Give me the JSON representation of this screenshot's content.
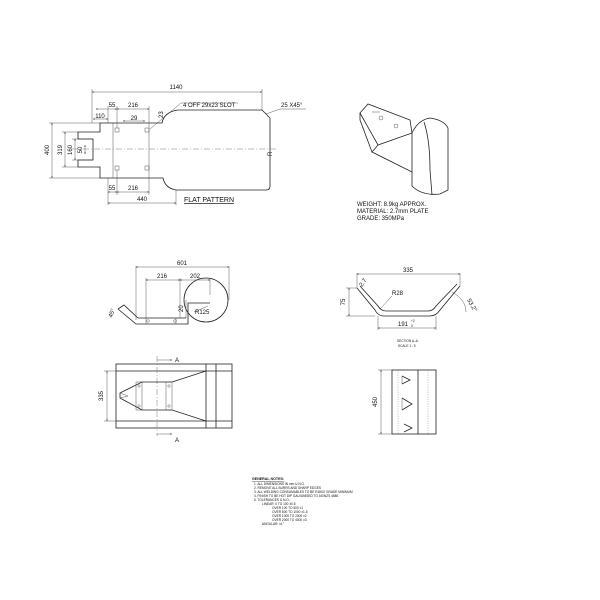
{
  "flat_pattern": {
    "dim_1140": "1140",
    "dim_55_top": "55",
    "dim_216_top": "216",
    "dim_110": "110",
    "dim_29": "29",
    "dim_23": "23",
    "slot_callout": "4 OFF 29x23 SLOT",
    "chamfer_callout": "25 X45°",
    "dim_400": "400",
    "dim_319": "319",
    "dim_160": "160",
    "dim_50": "50",
    "dim_55_bottom": "55",
    "dim_216_bottom": "216",
    "dim_440": "440",
    "bend_mark": "R",
    "title": "FLAT PATTERN"
  },
  "iso_notes": {
    "weight": "WEIGHT: 8.9kg APPROX.",
    "material": "MATERIAL: 2.7mm PLATE",
    "grade": "GRADE: 350MPa"
  },
  "side_view": {
    "dim_601": "601",
    "dim_216": "216",
    "dim_202": "202",
    "dim_20": "20",
    "dim_r125": "R125",
    "dim_angle": "45°"
  },
  "section_view": {
    "dim_335": "335",
    "dim_27": "2.7",
    "dim_75": "75",
    "dim_r28": "R28",
    "dim_angle": "53.2°",
    "dim_191": "191",
    "tol_plus": "+2",
    "tol_minus": "0",
    "title": "SECTION  A–A",
    "scale": "SCALE 1 : 5"
  },
  "plan_view": {
    "dim_335": "335",
    "section_label_top": "A",
    "section_label_bottom": "A"
  },
  "end_view": {
    "dim_450": "450"
  },
  "general_notes": {
    "heading": "GENERAL NOTES:",
    "lines": [
      "1. ALL DIMENSIONS IN mm U.N.O.",
      "2. REMOVE ALL BURRS AND SHARP EDGES",
      "3. ALL WELDING CONSUMABLES TO BE E48XX GRADE MINIMUM",
      "4. FINISH TO BE HOT DIP GALVANISED TO AS/NZS 4680.",
      "5. TOLERANCES U.N.O.:",
      "LINEAR: 0 TO 100 ±0.5",
      "OVER 100 TO 500 ±1",
      "OVER 500 TO 1000 ±1.5",
      "OVER 1000 TO 2000 ±2",
      "OVER 2000 TO 4000 ±3",
      "ANGULAR: ±1°"
    ]
  }
}
